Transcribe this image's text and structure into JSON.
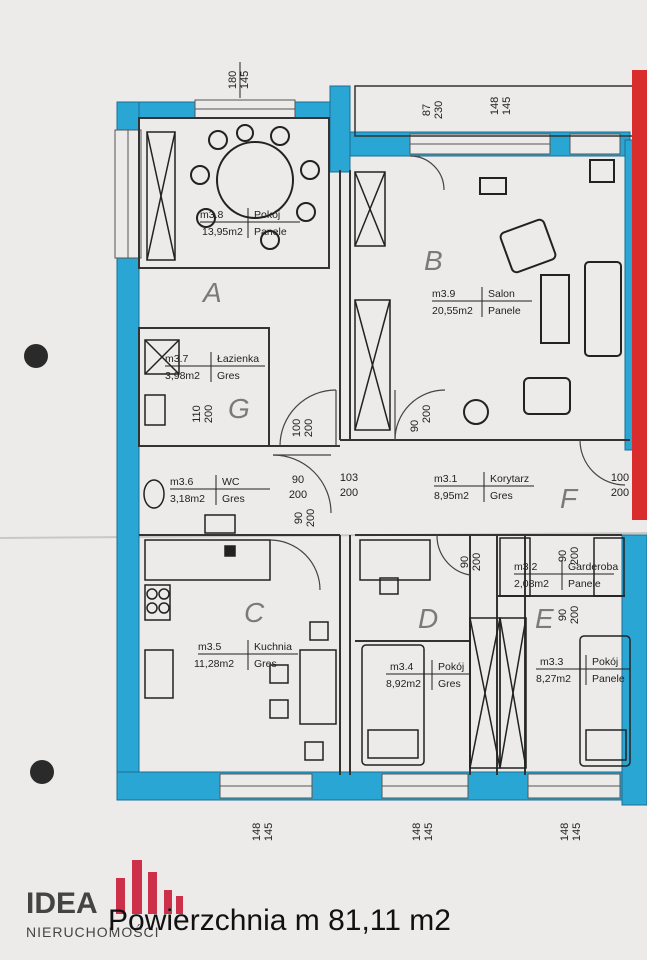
{
  "dimensions": {
    "top_window": [
      "180",
      "145"
    ],
    "right_window_a": [
      "87",
      "230"
    ],
    "right_window_b": [
      "148",
      "145"
    ],
    "bottom_windows": [
      [
        "148",
        "145"
      ],
      [
        "148",
        "145"
      ],
      [
        "148",
        "145"
      ]
    ]
  },
  "doors": {
    "living_left": [
      "100",
      "200"
    ],
    "living_right": [
      "90",
      "200"
    ],
    "bath": [
      "110",
      "200"
    ],
    "wc": [
      "90",
      "200"
    ],
    "wc_low": [
      "90",
      "200"
    ],
    "corridor_entry": [
      "103",
      "200"
    ],
    "entrance": [
      "100",
      "200"
    ],
    "room_d": [
      "90",
      "200"
    ],
    "wardrobe": [
      "90",
      "200"
    ],
    "room_e": [
      "90",
      "200"
    ]
  },
  "rooms": [
    {
      "code": "m3.8",
      "name": "Pokój",
      "area": "13,95m2",
      "finish": "Panele"
    },
    {
      "code": "m3.9",
      "name": "Salon",
      "area": "20,55m2",
      "finish": "Panele"
    },
    {
      "code": "m3.7",
      "name": "Łazienka",
      "area": "3,98m2",
      "finish": "Gres"
    },
    {
      "code": "m3.6",
      "name": "WC",
      "area": "3,18m2",
      "finish": "Gres"
    },
    {
      "code": "m3.1",
      "name": "Korytarz",
      "area": "8,95m2",
      "finish": "Gres"
    },
    {
      "code": "m3.2",
      "name": "Garderoba",
      "area": "2,08m2",
      "finish": "Panele"
    },
    {
      "code": "m3.5",
      "name": "Kuchnia",
      "area": "11,28m2",
      "finish": "Gres"
    },
    {
      "code": "m3.4",
      "name": "Pokój",
      "area": "8,92m2",
      "finish": "Gres"
    },
    {
      "code": "m3.3",
      "name": "Pokój",
      "area": "8,27m2",
      "finish": "Panele"
    }
  ],
  "hand_letters": [
    "A",
    "B",
    "G",
    "F",
    "C",
    "D",
    "E"
  ],
  "total_area": "Powierzchnia m 81,11 m2",
  "logo": {
    "brand": "IDEA",
    "sub": "NIERUCHOMOŚCI"
  },
  "colors": {
    "wall": "#2aa6d4",
    "paper": "#ecebe9",
    "ink": "#222222",
    "red": "#d92c2c",
    "logo": "#c8102e"
  }
}
